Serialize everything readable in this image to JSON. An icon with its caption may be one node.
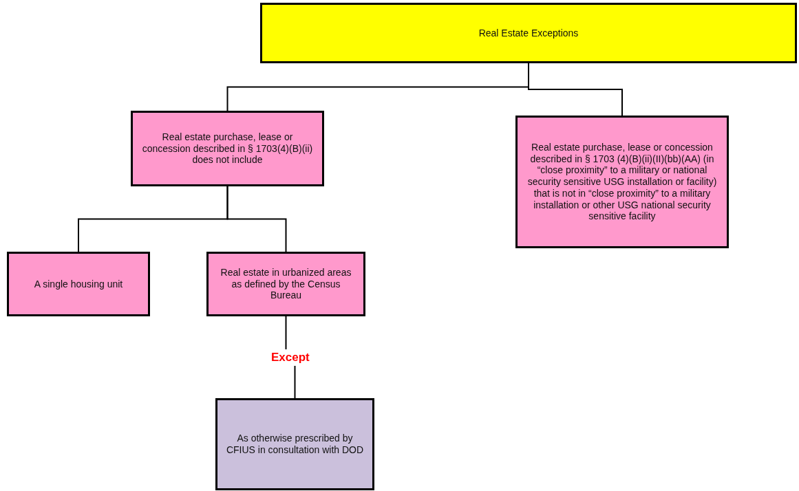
{
  "diagram": {
    "nodes": [
      {
        "text": [
          "Real Estate Exceptions"
        ]
      },
      {
        "text": [
          "Real estate purchase, lease or concession described in § 1703(4)(B)(ii) does not include"
        ]
      },
      {
        "text": [
          "Real estate purchase, lease or concession described in § 1703 (4)(B)(ii)(II)(bb)(AA) (in “close proximity” to a military or national security sensitive USG installation or facility) that is not in “close proximity” to a military installation or other USG national security sensitive facility"
        ]
      },
      {
        "text": [
          "A single housing unit"
        ]
      },
      {
        "text": [
          "Real estate in urbanized areas as defined by the Census Bureau"
        ]
      },
      {
        "text": [
          "As otherwise prescribed by CFIUS in consultation with DOD"
        ]
      }
    ],
    "edges": [
      {
        "from": 0,
        "to": 1,
        "arrow": "none"
      },
      {
        "from": 0,
        "to": 2,
        "arrow": "none"
      },
      {
        "from": 1,
        "to": 3,
        "arrow": "none"
      },
      {
        "from": 1,
        "to": 4,
        "arrow": "none"
      },
      {
        "from": 4,
        "to": 5,
        "arrow": "none",
        "label": "Except"
      }
    ]
  }
}
